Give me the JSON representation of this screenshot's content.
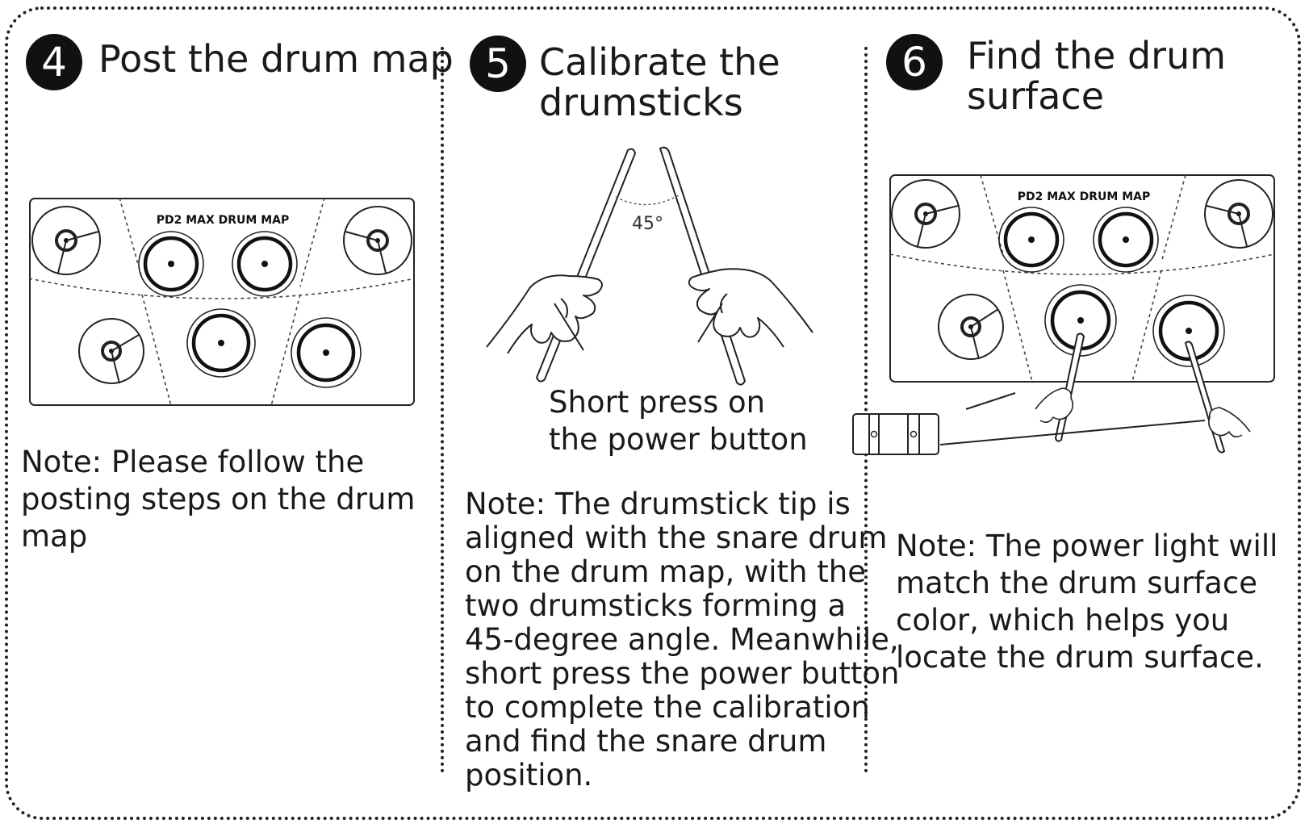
{
  "steps": [
    {
      "number": "4",
      "title_lines": [
        "Post the drum map"
      ],
      "note_lines": [
        "Note: Please follow the",
        "posting steps on the drum",
        "map"
      ],
      "map_label": "PD2 MAX DRUM MAP"
    },
    {
      "number": "5",
      "title_lines": [
        "Calibrate the",
        "drumsticks"
      ],
      "angle_label": "45°",
      "caption_lines": [
        "Short press on",
        "the power button"
      ],
      "note_lines": [
        "Note: The drumstick tip is",
        "aligned with the snare drum",
        "on the drum map, with the",
        "two drumsticks forming a",
        "45-degree angle. Meanwhile,",
        "short press the power button",
        "to complete the calibration",
        "and find the snare drum",
        "position."
      ]
    },
    {
      "number": "6",
      "title_lines": [
        "Find the drum",
        "surface"
      ],
      "map_label": "PD2 MAX DRUM MAP",
      "note_lines": [
        "Note: The power light will",
        "match the drum surface",
        "color, which helps you",
        "locate the drum surface."
      ]
    }
  ]
}
